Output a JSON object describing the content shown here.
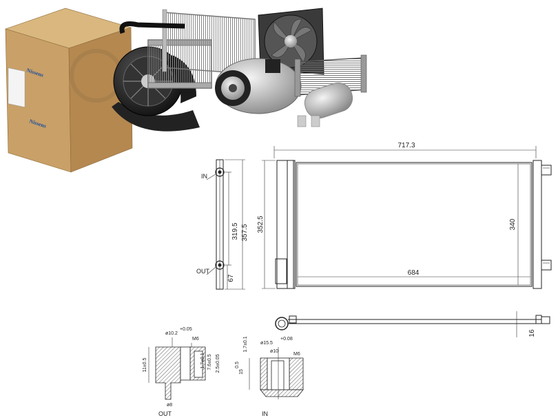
{
  "box": {
    "brand": "Nissens"
  },
  "dimensions": {
    "total_width": "717.3",
    "core_width": "684",
    "core_height": "340",
    "overall_height": "352.5",
    "side_height_inner": "319.5",
    "side_height_outer": "357.5",
    "out_offset": "67",
    "pipe_offset": "16"
  },
  "ports": {
    "in_label": "IN",
    "out_label": "OUT"
  },
  "detail_out": {
    "bore": "ø10.2",
    "bore_tol": "+0.05",
    "thread": "M6",
    "depth_a": "11±0.5",
    "depth_b": "7.6±0.5",
    "depth_c": "2.5±0.05",
    "step": "1.7±0.1",
    "small_bore": "ø8",
    "label": "OUT"
  },
  "detail_in": {
    "bore": "ø15.5",
    "bore_tol": "+0.08",
    "inner_bore": "ø10",
    "thread": "M6",
    "height": "15",
    "height_tol": "0.5",
    "step": "1.7±0.1",
    "label": "IN"
  }
}
